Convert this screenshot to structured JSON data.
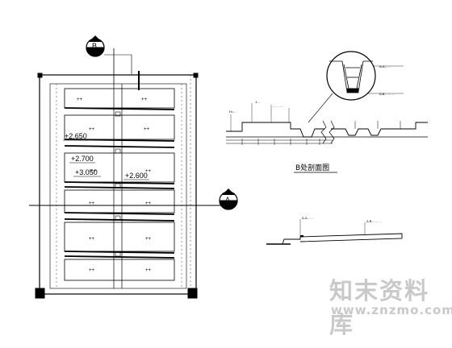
{
  "plan": {
    "section_marker_top": "B",
    "section_marker_side": "A",
    "elevations": [
      "+2.650",
      "+2.700",
      "+3.050",
      "+2.600"
    ],
    "tick_marks": "++"
  },
  "section_b": {
    "title": "B处剖面图",
    "labels": [
      "H=...",
      "1:...",
      "... ... ..."
    ]
  },
  "section_a": {
    "labels": [
      "A-A... ...",
      "A.B... ... ..."
    ]
  },
  "watermark": {
    "logo": "知末资料库",
    "url": "www.znzmo.com"
  },
  "colors": {
    "line": "#000000",
    "watermark": "#c9c9c9"
  }
}
